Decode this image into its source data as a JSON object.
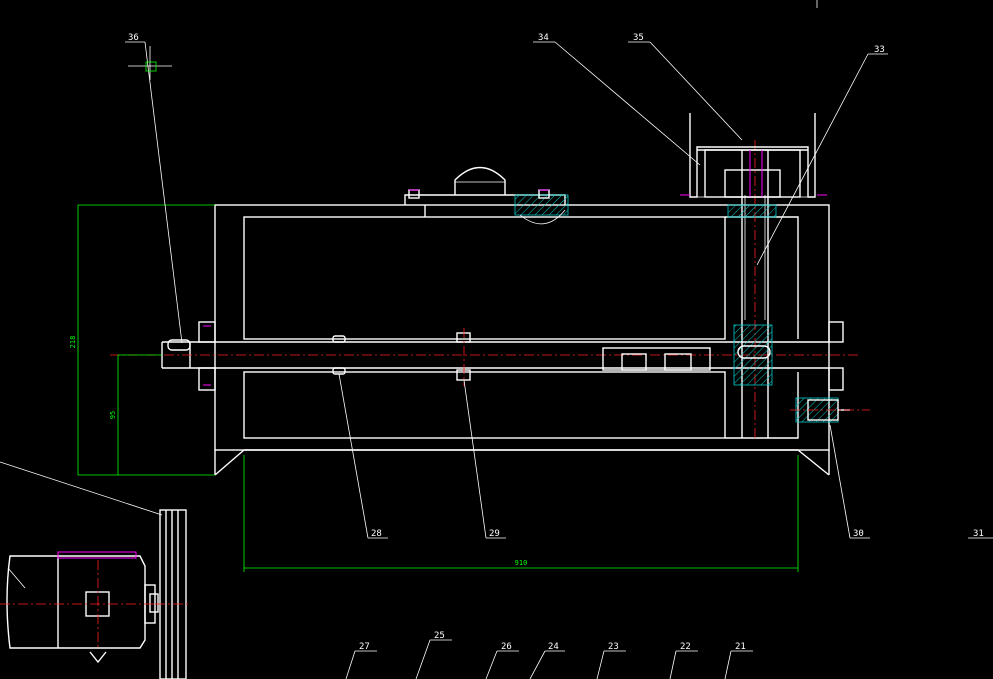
{
  "drawing": {
    "part_labels": [
      {
        "id": "p36",
        "text": "36"
      },
      {
        "id": "p34",
        "text": "34"
      },
      {
        "id": "p35",
        "text": "35"
      },
      {
        "id": "p33",
        "text": "33"
      },
      {
        "id": "p28",
        "text": "28"
      },
      {
        "id": "p29",
        "text": "29"
      },
      {
        "id": "p30",
        "text": "30"
      },
      {
        "id": "p31",
        "text": "31"
      },
      {
        "id": "p27",
        "text": "27"
      },
      {
        "id": "p25",
        "text": "25"
      },
      {
        "id": "p26",
        "text": "26"
      },
      {
        "id": "p24",
        "text": "24"
      },
      {
        "id": "p23",
        "text": "23"
      },
      {
        "id": "p22",
        "text": "22"
      },
      {
        "id": "p21",
        "text": "21"
      }
    ],
    "dimensions": {
      "overall_height": "218",
      "shaft_height": "95",
      "base_length": "910"
    },
    "colors": {
      "background": "#000000",
      "outline": "#ffffff",
      "dimension": "#00ff00",
      "centerline": "#ff2020",
      "bolt": "#ff00ff",
      "section_hatch": "#00c8c8"
    }
  }
}
